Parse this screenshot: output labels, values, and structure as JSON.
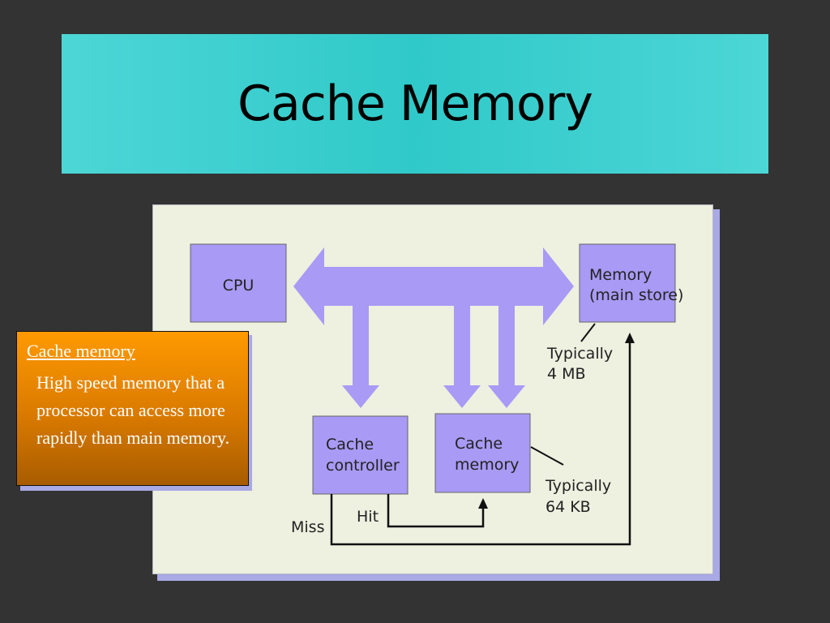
{
  "slide": {
    "title": "Cache Memory"
  },
  "diagram": {
    "cpu_label": "CPU",
    "memory_label_line1": "Memory",
    "memory_label_line2": "(main store)",
    "memory_size_line1": "Typically",
    "memory_size_line2": "4 MB",
    "cache_controller_line1": "Cache",
    "cache_controller_line2": "controller",
    "cache_memory_line1": "Cache",
    "cache_memory_line2": "memory",
    "cache_size_line1": "Typically",
    "cache_size_line2": "64 KB",
    "hit_label": "Hit",
    "miss_label": "Miss",
    "box_color": "#a99af5",
    "arrow_color": "#a99af5"
  },
  "callout": {
    "term": "Cache memory",
    "definition": "High speed memory that a processor can access more rapidly than main memory."
  }
}
